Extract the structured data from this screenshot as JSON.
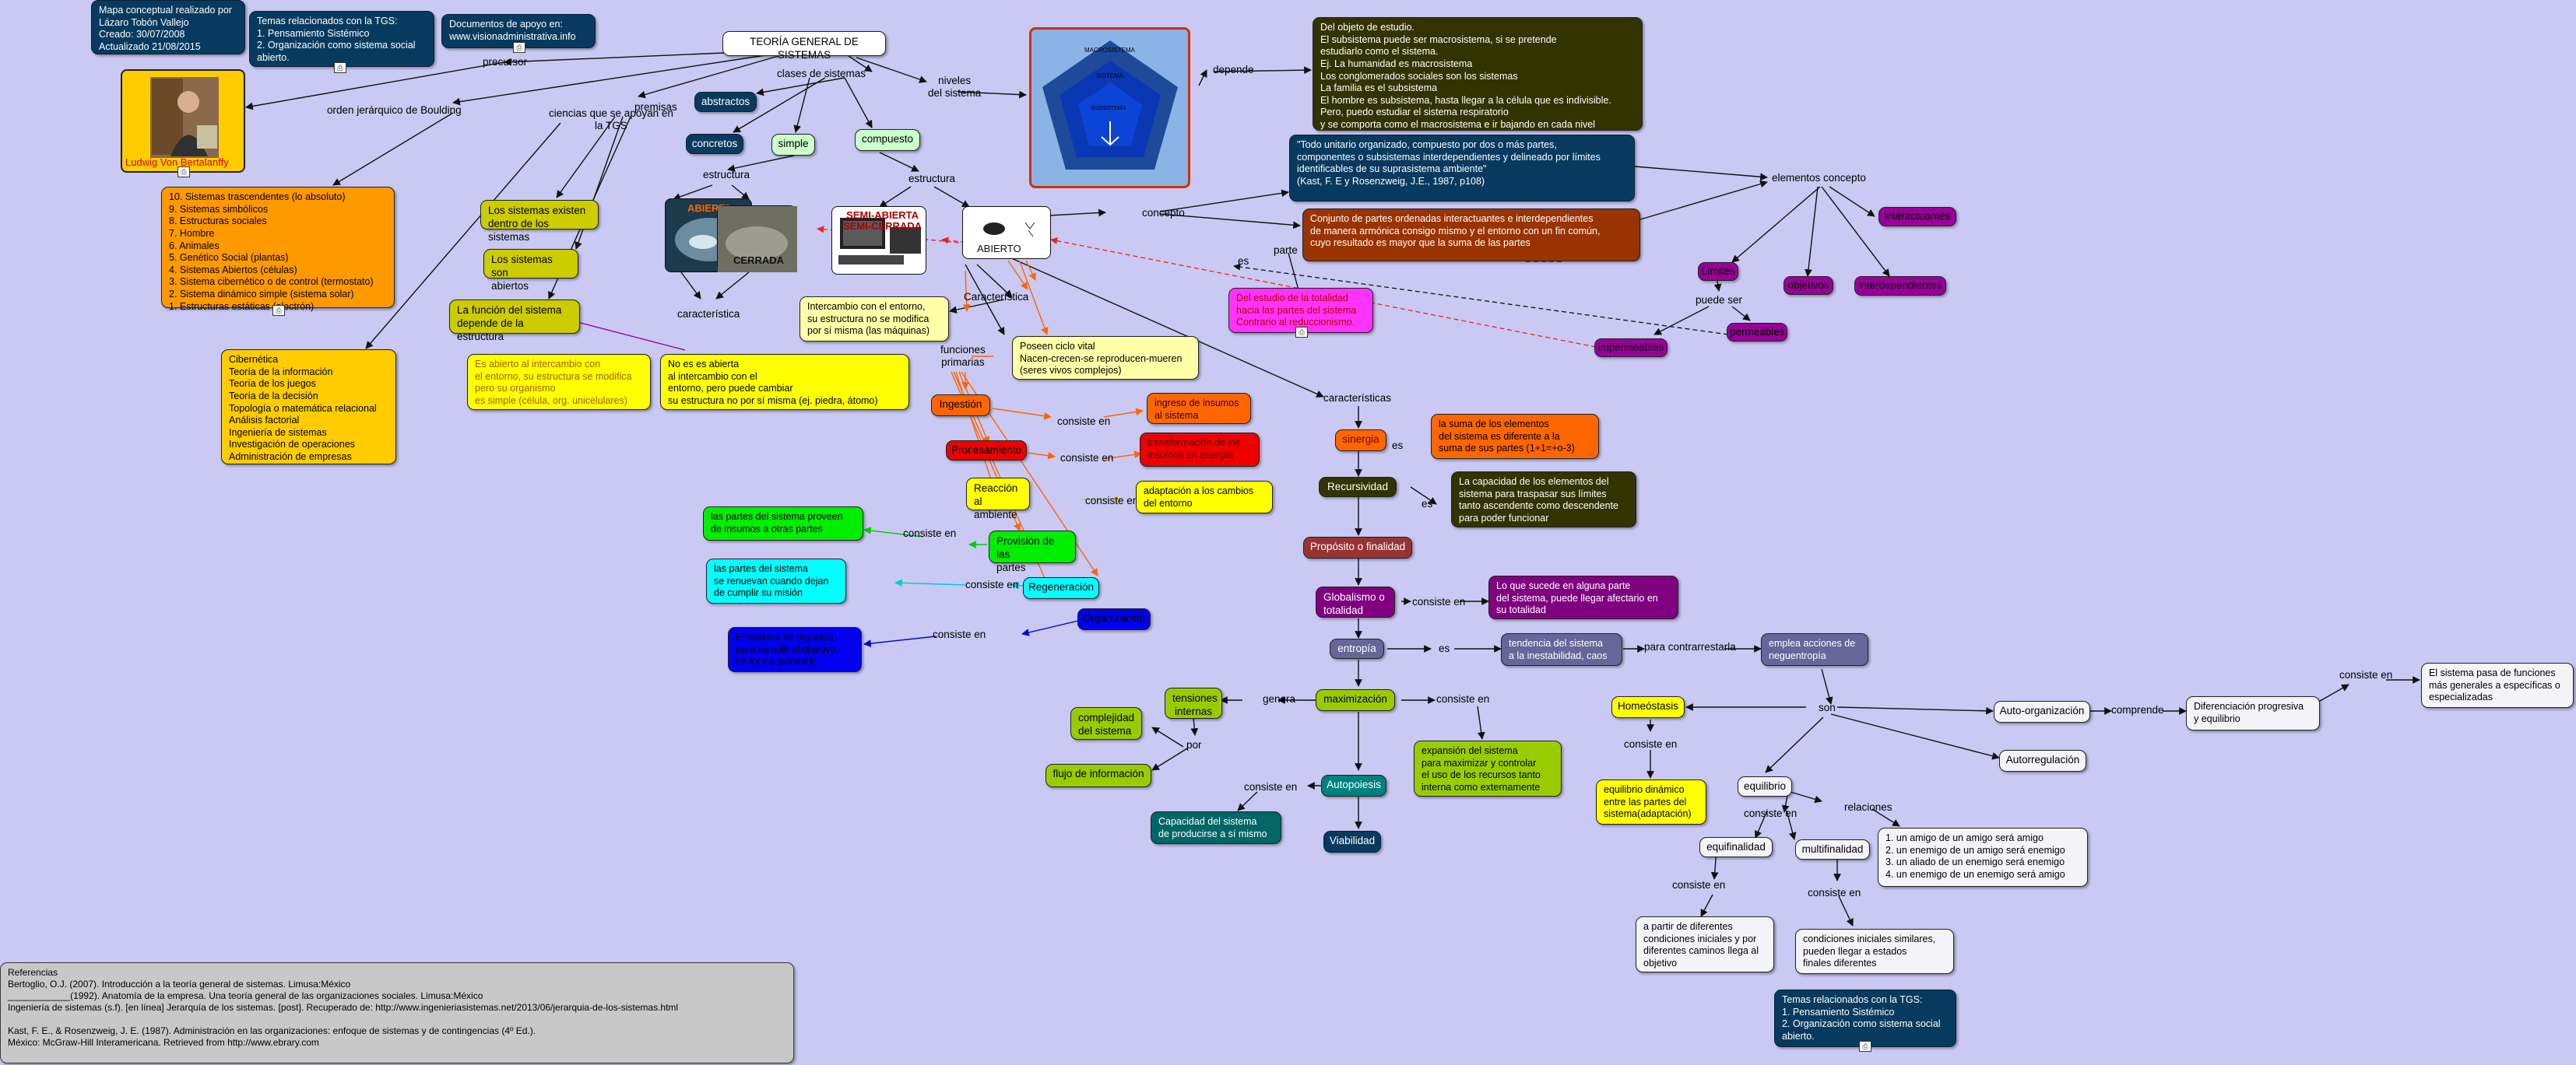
{
  "colors": {
    "background": "#c9c9f3",
    "arrow": "#111111",
    "red_dash": "#ee2222",
    "orange_arrow": "#ff6600"
  },
  "header": {
    "author_box": "Mapa conceptual realizado por\nLázaro Tobón Vallejo\nCreado: 30/07/2008\nActualizado 21/08/2015",
    "topics_box": "Temas relacionados con la TGS:\n1. Pensamiento Sistémico\n2. Organización como sistema social abierto.",
    "docs_box": "Documentos de apoyo en:\nwww.visionadministrativa.info"
  },
  "root": "TEORÍA GENERAL DE SISTEMAS",
  "labels": {
    "precursor": "precursor",
    "orden": "orden jerárquico de Boulding",
    "ciencias": "ciencias que se apoyan en\nla TGS",
    "premisas": "premisas",
    "clases": "clases de sistemas",
    "niveles": "niveles\ndel sistema",
    "depende": "depende",
    "estructura1": "estructura",
    "estructura2": "estructura",
    "caracteristica": "característica",
    "caracteristica2": "Característica",
    "funciones": "funciones\nprimarias",
    "concepto": "concepto",
    "parte": "parte",
    "es_parte": "es",
    "caracteristicas": "características",
    "elementos": "elementos concepto",
    "puede_ser": "puede ser",
    "consiste1": "consiste en",
    "consiste2": "consiste en",
    "consiste3": "consiste en",
    "consiste4": "consiste en",
    "consiste5": "consiste en",
    "consiste6": "consiste en",
    "es_sinergia": "es",
    "es_recursividad": "es",
    "consiste_glob": "consiste en",
    "es_entropia": "es",
    "para_contrarrestarla": "para contrarrestarla",
    "genera": "genera",
    "consiste_max": "consiste en",
    "por": "por",
    "consiste_auto": "consiste en",
    "son": "son",
    "comprende": "comprende",
    "consiste_dif": "consiste en",
    "consiste_homeo": "consiste en",
    "consiste_equif": "consiste en",
    "consiste_multi": "consiste en",
    "relaciones": "relaciones"
  },
  "nodes": {
    "bertalanffy_caption": "Ludwig Von Bertalanffy",
    "boulding": "10. Sistemas trascendentes (lo absoluto)\n9. Sistemas simbólicos\n8. Estructuras sociales\n7. Hombre\n6. Animales\n5. Genético Social (plantas)\n4. Sistemas Abiertos (células)\n3. Sistema cibernético o de control (termostato)\n2. Sistema dinámico simple (sistema solar)\n1. Estructuras estáticas (electrón)",
    "ciencias": "Cibernética\nTeoría de la información\nTeoría de los juegos\nTeoría de la decisión\nTopología o matemática relacional\nAnálisis factorial\nIngeniería de sistemas\nInvestigación de operaciones\nAdministración de empresas",
    "premisa1": "Los sistemas existen\ndentro de los sistemas",
    "premisa2": "Los sistemas son\nabiertos",
    "premisa3": "La función del sistema\ndepende de la estructura",
    "abstractos": "abstractos",
    "concretos": "concretos",
    "simple": "simple",
    "compuesto": "compuesto",
    "abierta_img_label": "ABIERTA",
    "cerrada_img_label": "CERRADA",
    "semi_label": "SEMI-ABIERTA\nSEMI-CERRADA",
    "abierto_label": "ABIERTO",
    "carac_abierto": "Es abierto al intercambio con\nel entorno, su estructura se modifica\n pero su organismo\nes simple (célula, org. unicelulares)",
    "carac_cerrado": "No es es abierta\nal intercambio con el\nentorno, pero puede cambiar\nsu estructura no por sí misma (ej. piedra, átomo)",
    "intercambio": "Intercambio con el entorno,\nsu estructura no se modifica\npor sí misma (las máquinas)",
    "ciclo_vital": "Poseen ciclo vital\nNacen-crecen-se reproducen-mueren\n(seres vivos complejos)",
    "niveles_img": {
      "macro": "MACROSISTEMA",
      "sistema": "SISTEMA",
      "sub": "SUBSISTEMA"
    },
    "depende_text": "Del objeto de estudio.\nEl subsistema puede ser macrosistema, si se pretende\nestudiarlo como el sistema.\nEj. La humanidad es macrosistema\nLos conglomerados sociales son los sistemas\nLa familia es el subsistema\nEl hombre es subsistema, hasta llegar a la célula que es indivisible.\nPero, puedo estudiar el sistema respiratorio\ny se comporta como el macrosistema e ir bajando en cada nivel",
    "concepto1": "\"Todo unitario organizado, compuesto por dos o más partes,\ncomponentes o subsistemas interdependientes  y delineado por límites\nidentificables de su suprasistema ambiente\"\n(Kast, F. E y Rosenzweig, J.E., 1987, p108)",
    "concepto2": "Conjunto de partes ordenadas interactuantes e interdependientes\nde manera armónica consigo mismo y el entorno con un fin común,\ncuyo resultado es mayor que la suma de las partes",
    "parte_text": "Del estudio de la totalidad\nhacia las partes del sistema\nContrario al reduccionismo.",
    "elem_interactuantes": "interactuantes",
    "elem_limites": "Límites",
    "elem_objetivos": "objetivos",
    "elem_interdependientes": "interdependientes",
    "elem_impermeables": "impermeables",
    "elem_permeables": "permeables",
    "ingestion": "Ingestión",
    "procesamiento": "Procesamiento",
    "reaccion": "Reacción al\nambiente",
    "provision": "Provisión de las\npartes",
    "regeneracion": "Regeneración",
    "organizacion": "Organización",
    "ingreso": "ingreso de insumos\nal sistema",
    "transformacion": "transformación de los\ninsumos en energía",
    "adaptacion": "adaptación a los cambios\ndel entorno",
    "proveen": "las partes del sistema proveen\nde insumos a otras partes",
    "renuevan": "las partes del sistema\nse renuevan cuando dejan\nde cumplir su misión",
    "sistema_org": "El sistema se organiza\npara cumplir el objetivo\nen forma planeada",
    "sinergia": "sinergia",
    "sinergia_def": "la suma de los elementos\ndel sistema es diferente a la\nsuma de sus partes (1+1=+o-3)",
    "recursividad": "Recursividad",
    "recursividad_def": "La capacidad de los elementos del\nsistema para traspasar sus límites\ntanto ascendente como descendente\npara poder funcionar",
    "proposito": "Propósito o finalidad",
    "globalismo": "Globalismo o\ntotalidad",
    "globalismo_def": "Lo que sucede en alguna parte\ndel sistema, puede llegar afectario en\nsu totalidad",
    "entropia": "entropía",
    "tendencia": "tendencia del sistema\na la inestabilidad, caos",
    "neguentropia": "emplea acciones de\nneguentropía",
    "maximizacion": "maximización",
    "tensiones": "tensiones\ninternas",
    "complejidad": "complejidad\ndel sistema",
    "flujo": "flujo de información",
    "expansion": "expansión del sistema\npara maximizar y controlar\nel uso de los recursos tanto\ninterna como externamente",
    "autopoiesis": "Autopoiesis",
    "capacidad": "Capacidad del sistema\nde producirse a sí mismo",
    "viabilidad": "Viabilidad",
    "homeostasis": "Homeóstasis",
    "homeo_def": "equilibrio dinámico\nentre las partes del\nsistema(adaptación)",
    "autoorg": "Auto-organización",
    "autorreg": "Autorregulación",
    "diferenciacion": "Diferenciación progresiva\ny equilibrio",
    "dif_def": "El sistema pasa de funciones\nmás generales a específicas o\nespecializadas",
    "equilibrio": "equilibrio",
    "equifinalidad": "equifinalidad",
    "multifinalidad": "multifinalidad",
    "equif_def": "a partir de diferentes\ncondiciones iniciales y por\ndiferentes caminos llega al\nobjetivo",
    "multi_def": "condiciones iniciales similares,\npueden llegar a estados\nfinales diferentes",
    "relaciones_list": "1. un amigo de un amigo será amigo\n2. un enemigo de un amigo será enemigo\n3. un aliado de un enemigo será enemigo\n4. un enemigo de un enemigo será amigo",
    "topics_box2": "Temas relacionados con la TGS:\n1. Pensamiento Sistémico\n2. Organización como sistema social\nabierto.",
    "referencias": "Referencias\nBertoglio, O.J. (2007). Introducción a la teoría general de sistemas. Limusa:México\n____________(1992). Anatomía de la empresa. Una teoría general de las organizaciones sociales. Limusa:México\nIngeniería de sistemas (s.f). [en línea] Jerarquía de los sistemas. [post]. Recuperado de: http://www.ingenieriasistemas.net/2013/06/jerarquia-de-los-sistemas.html\n\nKast, F. E., & Rosenzweig, J. E. (1987). Administración en las organizaciones: enfoque de sistemas y de contingencias (4º Ed.).\nMéxico: McGraw-Hill Interamericana. Retrieved from http://www.ebrary.com"
  }
}
